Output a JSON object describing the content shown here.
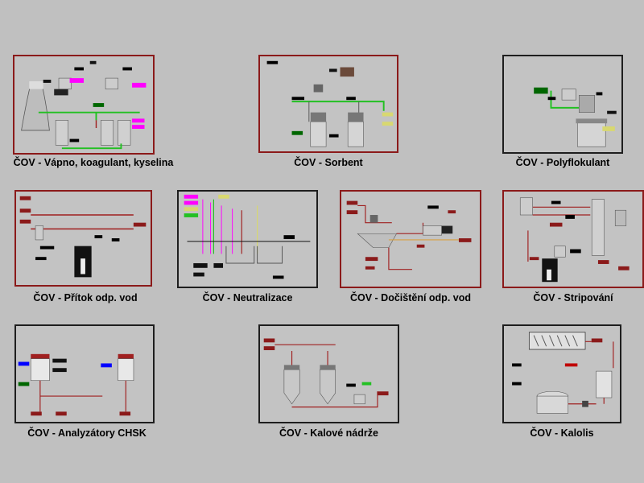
{
  "screens": [
    {
      "id": "vapno",
      "label": "ČOV - Vápno, koagulant, kyselina"
    },
    {
      "id": "sorbent",
      "label": "ČOV - Sorbent"
    },
    {
      "id": "poly",
      "label": "ČOV - Polyflokulant"
    },
    {
      "id": "pritok",
      "label": "ČOV - Přítok odp. vod"
    },
    {
      "id": "neutral",
      "label": "ČOV - Neutralizace"
    },
    {
      "id": "docist",
      "label": "ČOV - Dočištění odp. vod"
    },
    {
      "id": "strip",
      "label": "ČOV - Stripování"
    },
    {
      "id": "chsk",
      "label": "ČOV - Analyzátory CHSK"
    },
    {
      "id": "kal",
      "label": "ČOV - Kalové nádrže"
    },
    {
      "id": "kalolis",
      "label": "ČOV - Kalolis"
    }
  ],
  "colors": {
    "background": "#c0c0c0",
    "frame_red": "#8b1a1a",
    "frame_dark": "#1e1e1e",
    "pipe_green": "#22c022",
    "pipe_red": "#a02020",
    "pipe_yellow": "#d8d870",
    "tag_magenta": "#ff00ff",
    "tag_blue": "#0000ff",
    "tag_green": "#006600"
  }
}
